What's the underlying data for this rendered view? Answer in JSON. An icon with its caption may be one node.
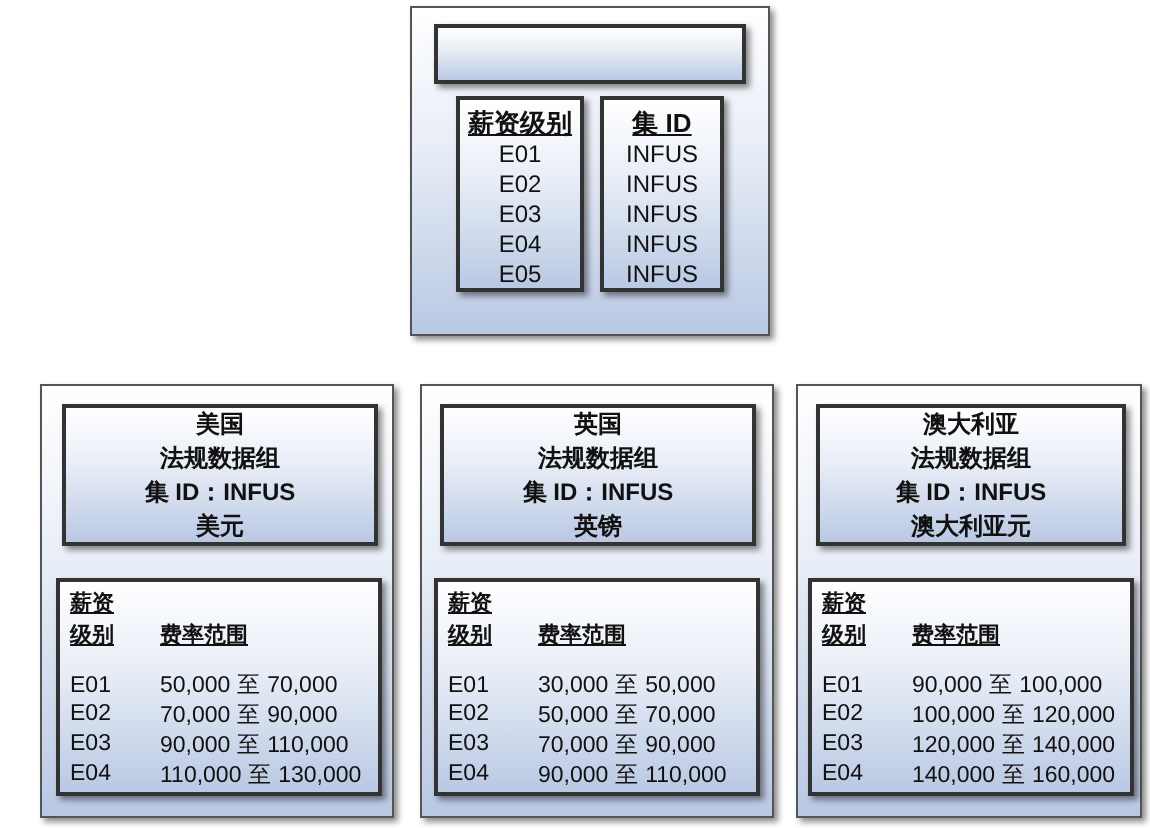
{
  "diagram": {
    "nodes": [
      {
        "text": [],
        "shape": "box"
      },
      {
        "text": [],
        "shape": "box",
        "in": 0
      },
      {
        "text": [
          "薪资级别",
          "E01",
          "E02",
          "E03",
          "E04",
          "E05"
        ],
        "in": 0
      },
      {
        "text": [
          "集 ID",
          "INFUS",
          "INFUS",
          "INFUS",
          "INFUS",
          "INFUS"
        ],
        "in": 0
      },
      {
        "text": [],
        "shape": "box"
      },
      {
        "text": [
          "美国",
          "法规数据组",
          "集 ID：INFUS",
          "美元"
        ],
        "in": 4
      },
      {
        "text": [
          "薪资级别",
          "费率范围",
          "E01",
          "50,000 至 70,000",
          "E02",
          "70,000 至 90,000",
          "E03",
          "90,000 至 110,000",
          "E04",
          "110,000 至 130,000"
        ],
        "in": 4
      },
      {
        "text": [],
        "shape": "box"
      },
      {
        "text": [
          "英国",
          "法规数据组",
          "集 ID：INFUS",
          "英镑"
        ],
        "in": 7
      },
      {
        "text": [
          "薪资级别",
          "费率范围",
          "E01",
          "30,000 至 50,000",
          "E02",
          "50,000 至 70,000",
          "E03",
          "70,000 至 90,000",
          "E04",
          "90,000 至 110,000"
        ],
        "in": 7
      },
      {
        "text": [],
        "shape": "box"
      },
      {
        "text": [
          "澳大利亚",
          "法规数据组",
          "集 ID：INFUS",
          "澳大利亚元"
        ],
        "in": 10
      },
      {
        "text": [
          "薪资级别",
          "费率范围",
          "E01",
          "90,000 至 100,000",
          "E02",
          "100,000 至 120,000",
          "E03",
          "120,000 至 140,000",
          "E04",
          "140,000 至 160,000"
        ],
        "in": 10
      }
    ]
  }
}
